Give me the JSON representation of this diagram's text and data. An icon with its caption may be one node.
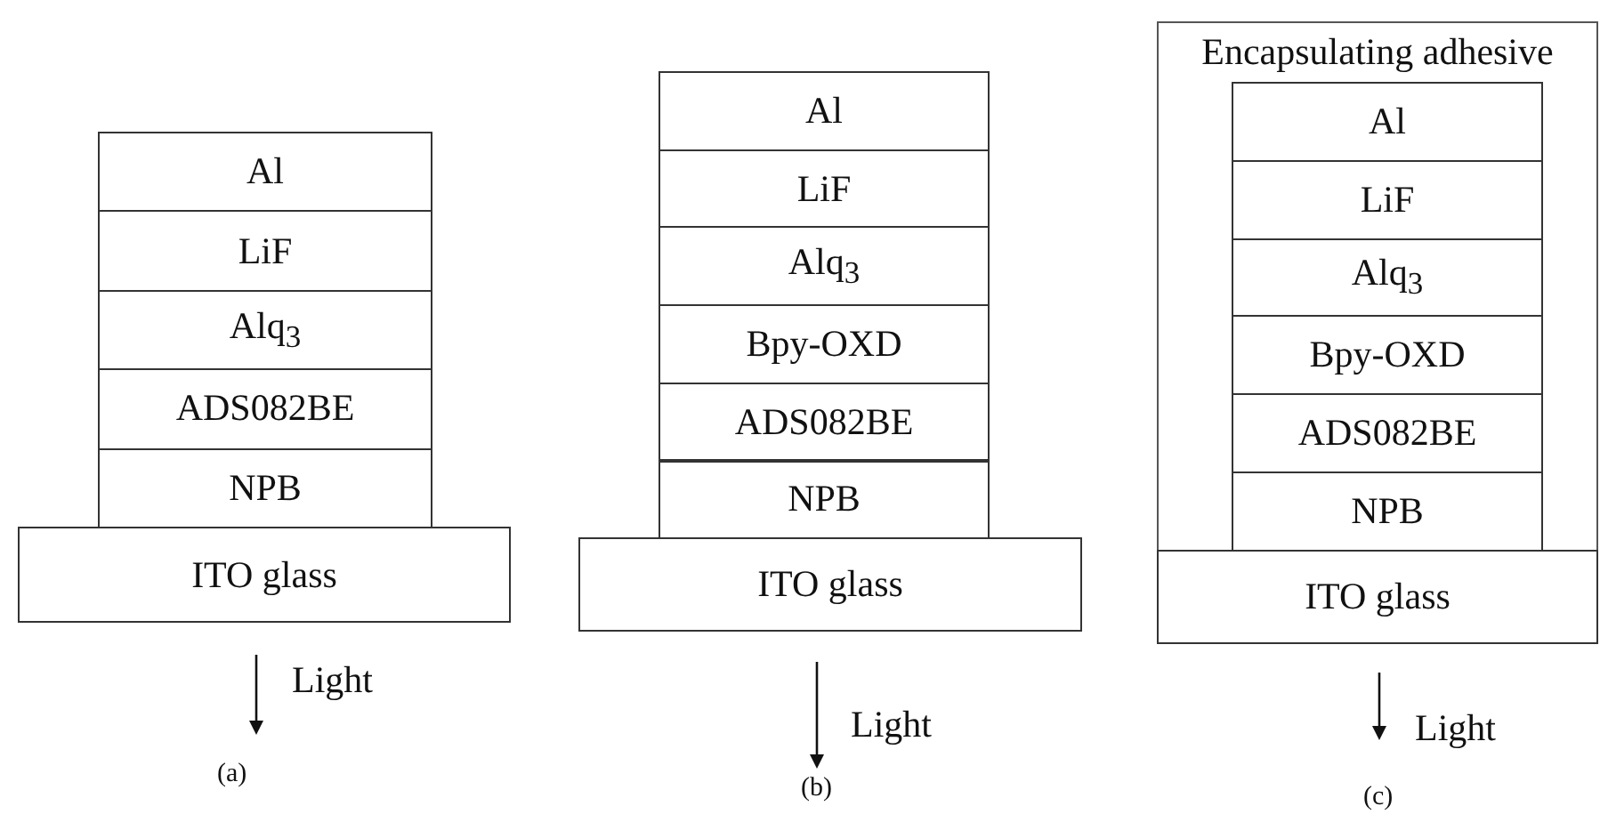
{
  "diagram": {
    "nodes": [
      {
        "text": [
          "Al"
        ]
      },
      {
        "text": [
          "LiF"
        ]
      },
      {
        "text": [
          "Alq$_{3}$"
        ]
      },
      {
        "text": [
          "ADS082BE"
        ]
      },
      {
        "text": [
          "NPB"
        ]
      },
      {
        "text": [
          "ITO glass"
        ]
      },
      {
        "text": [
          "Al"
        ]
      },
      {
        "text": [
          "LiF"
        ]
      },
      {
        "text": [
          "Alq$_{3}$"
        ]
      },
      {
        "text": [
          "Bpy-OXD"
        ]
      },
      {
        "text": [
          "ADS082BE"
        ]
      },
      {
        "text": [
          "NPB"
        ]
      },
      {
        "text": [
          "ITO glass"
        ]
      },
      {
        "text": [
          "Encapsulating adhesive"
        ]
      },
      {
        "text": [
          "Al"
        ],
        "in": 13
      },
      {
        "text": [
          "LiF"
        ],
        "in": 13
      },
      {
        "text": [
          "Alq$_{3}$"
        ],
        "in": 13
      },
      {
        "text": [
          "Bpy-OXD"
        ],
        "in": 13
      },
      {
        "text": [
          "ADS082BE"
        ],
        "in": 13
      },
      {
        "text": [
          "NPB"
        ],
        "in": 13
      },
      {
        "text": [
          "ITO glass"
        ],
        "in": 13
      }
    ],
    "labels": [
      "Light",
      "(a)",
      "Light",
      "(b)",
      "Light",
      "(c)"
    ]
  }
}
